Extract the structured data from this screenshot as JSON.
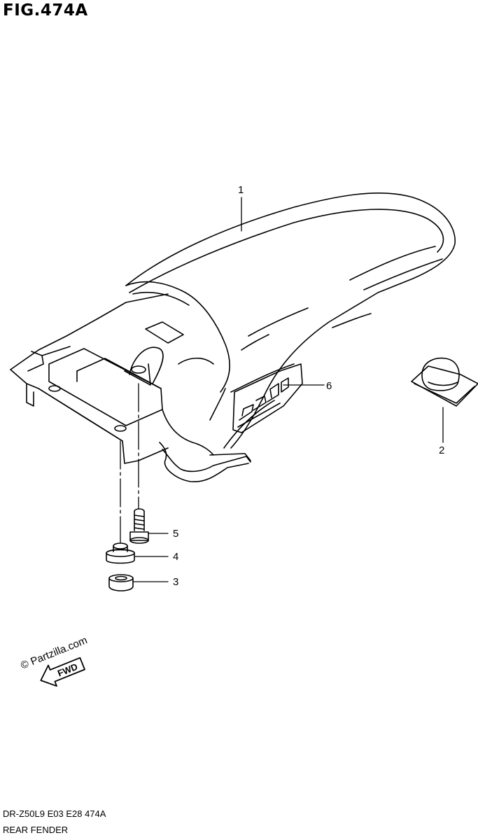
{
  "figure": {
    "title": "FIG.474A"
  },
  "callouts": [
    {
      "id": "1",
      "label": "1"
    },
    {
      "id": "2",
      "label": "2"
    },
    {
      "id": "3",
      "label": "3"
    },
    {
      "id": "4",
      "label": "4"
    },
    {
      "id": "5",
      "label": "5"
    },
    {
      "id": "6",
      "label": "6"
    }
  ],
  "watermark": "© Partzilla.com",
  "direction_arrow": {
    "label": "FWD",
    "icon": "fwd-arrow-icon"
  },
  "footer": {
    "model_code": "DR-Z50L9  E03  E28  474A",
    "part_name": "REAR FENDER"
  }
}
